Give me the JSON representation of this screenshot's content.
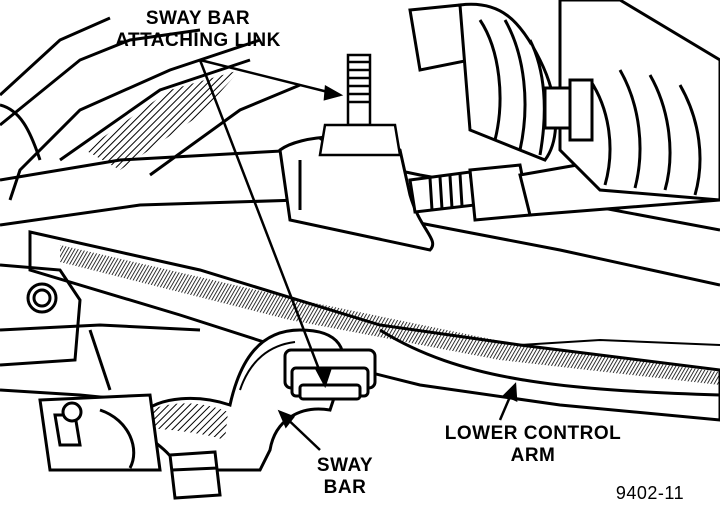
{
  "labels": {
    "sway_bar_attaching_link": [
      "SWAY BAR",
      "ATTACHING LINK"
    ],
    "lower_control_arm": [
      "LOWER CONTROL",
      "ARM"
    ],
    "sway_bar": [
      "SWAY",
      "BAR"
    ]
  },
  "figure_id": "9402-11",
  "colors": {
    "ink": "#000000",
    "paper": "#ffffff"
  }
}
